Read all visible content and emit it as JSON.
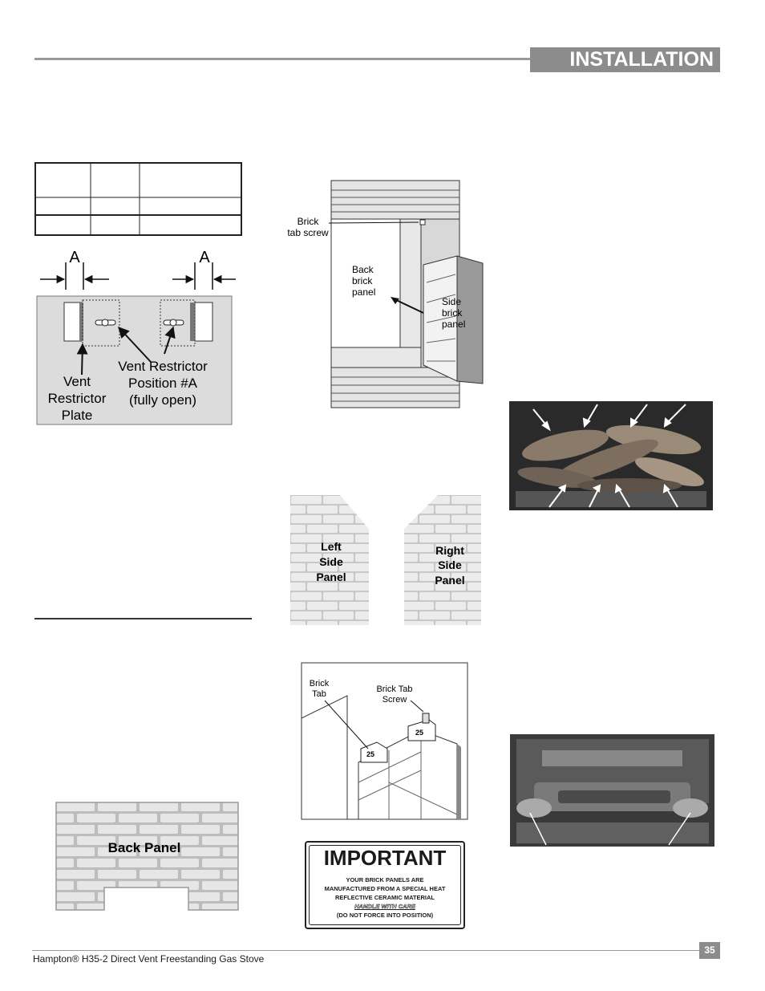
{
  "header": {
    "section": "INSTALLATION"
  },
  "figures": {
    "vent_restrictor": {
      "label_a_left": "A",
      "label_a_right": "A",
      "plate_label": [
        "Vent",
        "Restrictor",
        "Plate"
      ],
      "position_label": [
        "Vent Restrictor",
        "Position #A",
        "(fully open)"
      ]
    },
    "firebox": {
      "brick_tab_screw": [
        "Brick",
        "tab screw"
      ],
      "back_brick_panel": [
        "Back",
        "brick",
        "panel"
      ],
      "side_brick_panel": [
        "Side",
        "brick",
        "panel"
      ]
    },
    "side_panels": {
      "left": [
        "Left",
        "Side",
        "Panel"
      ],
      "right": [
        "Right",
        "Side",
        "Panel"
      ]
    },
    "brick_tab_detail": {
      "brick_tab": [
        "Brick",
        "Tab"
      ],
      "brick_tab_screw": [
        "Brick Tab",
        "Screw"
      ]
    },
    "back_panel": {
      "label": "Back Panel"
    },
    "important": {
      "title": "IMPORTANT",
      "lines": [
        "YOUR BRICK PANELS ARE",
        "MANUFACTURED FROM A SPECIAL HEAT",
        "REFLECTIVE CERAMIC MATERIAL"
      ],
      "handle": "HANDLE WITH CARE",
      "note": "(DO NOT FORCE INTO POSITION)"
    }
  },
  "footer": {
    "product": "Hampton® H35-2 Direct Vent Freestanding Gas Stove",
    "page": "35"
  }
}
